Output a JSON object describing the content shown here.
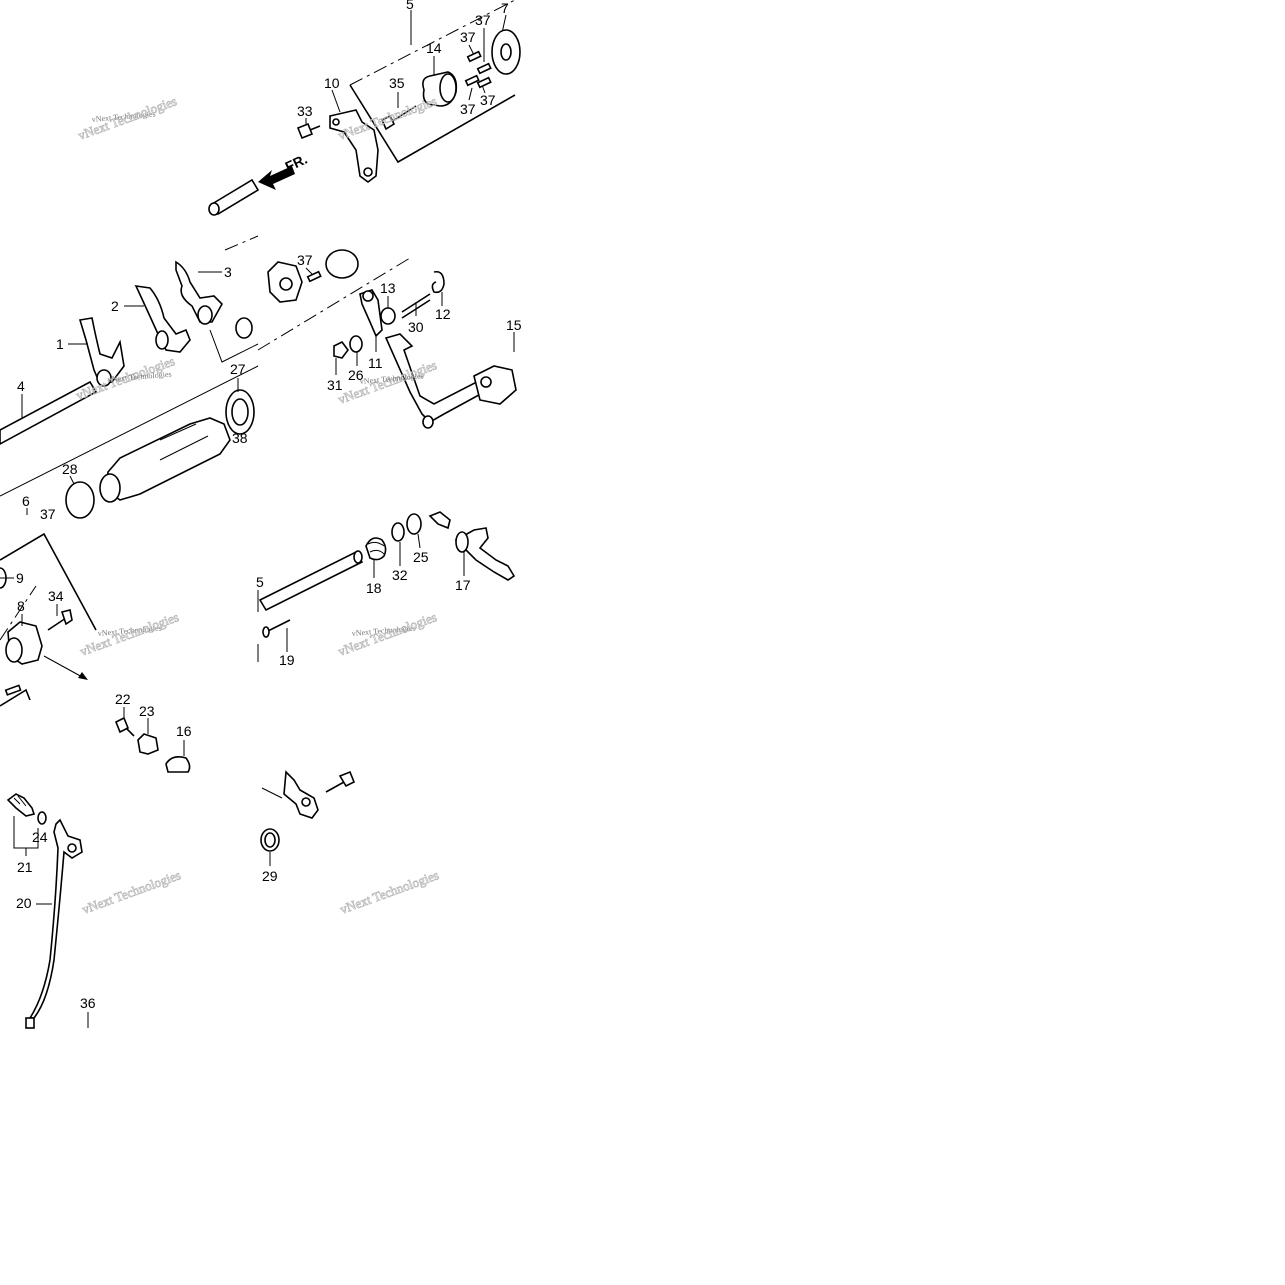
{
  "diagram": {
    "direction_label": "FR.",
    "watermark": "vNext Technologies",
    "callouts": [
      {
        "id": "c5a",
        "text": "5"
      },
      {
        "id": "c37a",
        "text": "37"
      },
      {
        "id": "c7",
        "text": "7"
      },
      {
        "id": "c37b",
        "text": "37"
      },
      {
        "id": "c14",
        "text": "14"
      },
      {
        "id": "c10",
        "text": "10"
      },
      {
        "id": "c35",
        "text": "35"
      },
      {
        "id": "c33",
        "text": "33"
      },
      {
        "id": "c37c",
        "text": "37"
      },
      {
        "id": "c37d",
        "text": "37"
      },
      {
        "id": "c3",
        "text": "3"
      },
      {
        "id": "c37e",
        "text": "37"
      },
      {
        "id": "c2",
        "text": "2"
      },
      {
        "id": "c1",
        "text": "1"
      },
      {
        "id": "c13",
        "text": "13"
      },
      {
        "id": "c12",
        "text": "12"
      },
      {
        "id": "c30",
        "text": "30"
      },
      {
        "id": "c11",
        "text": "11"
      },
      {
        "id": "c26",
        "text": "26"
      },
      {
        "id": "c31",
        "text": "31"
      },
      {
        "id": "c15",
        "text": "15"
      },
      {
        "id": "c27",
        "text": "27"
      },
      {
        "id": "c4",
        "text": "4"
      },
      {
        "id": "c38",
        "text": "38"
      },
      {
        "id": "c28",
        "text": "28"
      },
      {
        "id": "c6",
        "text": "6"
      },
      {
        "id": "c37f",
        "text": "37"
      },
      {
        "id": "c9",
        "text": "9"
      },
      {
        "id": "c8",
        "text": "8"
      },
      {
        "id": "c34",
        "text": "34"
      },
      {
        "id": "c18",
        "text": "18"
      },
      {
        "id": "c32",
        "text": "32"
      },
      {
        "id": "c25",
        "text": "25"
      },
      {
        "id": "c17",
        "text": "17"
      },
      {
        "id": "c5b",
        "text": "5"
      },
      {
        "id": "c19",
        "text": "19"
      },
      {
        "id": "c22",
        "text": "22"
      },
      {
        "id": "c23",
        "text": "23"
      },
      {
        "id": "c16",
        "text": "16"
      },
      {
        "id": "c24",
        "text": "24"
      },
      {
        "id": "c21",
        "text": "21"
      },
      {
        "id": "c29",
        "text": "29"
      },
      {
        "id": "c20",
        "text": "20"
      },
      {
        "id": "c36",
        "text": "36"
      }
    ]
  }
}
